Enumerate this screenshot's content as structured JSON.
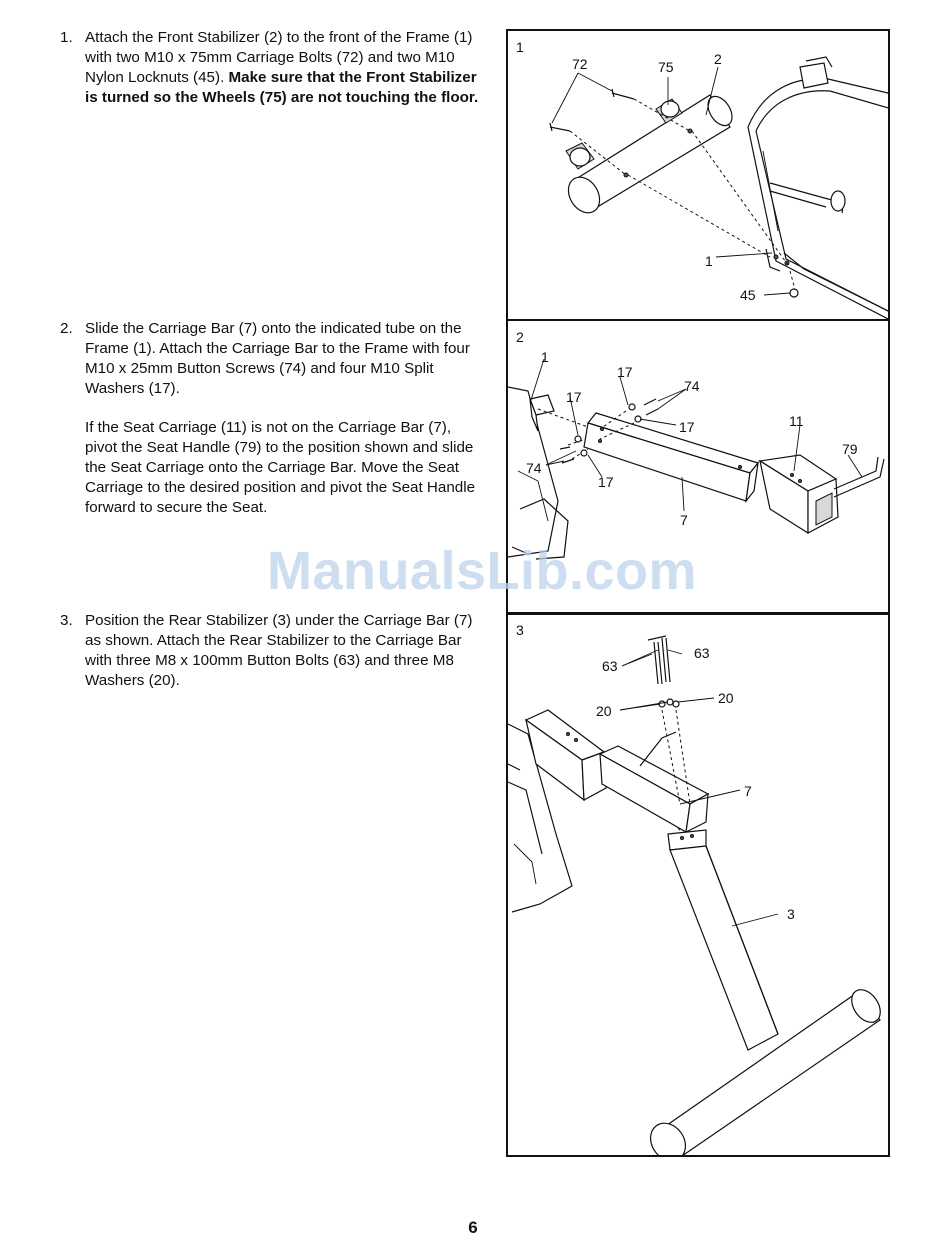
{
  "steps": [
    {
      "number": "1.",
      "paragraphs": [
        {
          "text": "Attach the Front Stabilizer (2) to the front of the Frame (1) with two M10 x 75mm Carriage Bolts (72) and two M10 Nylon Locknuts (45). ",
          "bold": "Make sure that the Front Stabilizer is turned so the Wheels (75) are not touching the floor."
        }
      ]
    },
    {
      "number": "2.",
      "paragraphs": [
        {
          "text": "Slide the Carriage Bar (7) onto the indicated tube on the Frame (1). Attach the Carriage Bar to the Frame with four M10 x 25mm Button Screws (74) and four M10 Split Washers (17)."
        },
        {
          "text": "If the Seat Carriage (11) is not on the Carriage Bar (7), pivot the Seat Handle (79) to the position shown and slide the Seat Carriage onto the Carriage Bar. Move the Seat Carriage to the desired position and pivot the Seat Handle forward to secure the Seat."
        }
      ]
    },
    {
      "number": "3.",
      "paragraphs": [
        {
          "text": "Position the Rear Stabilizer (3) under the Carriage Bar (7) as shown. Attach the Rear Stabilizer to the Carriage Bar with three M8 x 100mm Button Bolts (63) and three M8 Washers (20)."
        }
      ]
    }
  ],
  "figures": [
    {
      "number": "1",
      "callouts": {
        "c72": "72",
        "c75": "75",
        "c2": "2",
        "c1": "1",
        "c45": "45"
      }
    },
    {
      "number": "2",
      "callouts": {
        "c1": "1",
        "c17a": "17",
        "c17b": "17",
        "c74a": "74",
        "c17c": "17",
        "c11": "11",
        "c79": "79",
        "c74b": "74",
        "c17d": "17",
        "c7": "7"
      }
    },
    {
      "number": "3",
      "callouts": {
        "c63a": "63",
        "c63b": "63",
        "c20a": "20",
        "c20b": "20",
        "c7": "7",
        "c3": "3"
      }
    }
  ],
  "watermark": "ManualsLib.com",
  "page_number": "6"
}
